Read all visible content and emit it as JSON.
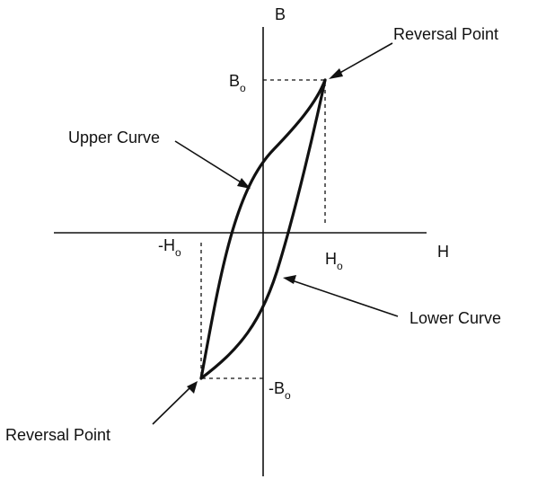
{
  "axes": {
    "vertical_label": "B",
    "horizontal_label": "H"
  },
  "ticks": {
    "b_pos": {
      "main": "B",
      "sub": "o"
    },
    "b_neg": {
      "main": "-B",
      "sub": "o"
    },
    "h_pos": {
      "main": "H",
      "sub": "o"
    },
    "h_neg": {
      "main": "-H",
      "sub": "o"
    }
  },
  "annotations": {
    "reversal_top": "Reversal Point",
    "reversal_bottom": "Reversal Point",
    "upper_curve": "Upper Curve",
    "lower_curve": "Lower Curve"
  },
  "colors": {
    "ink": "#111111",
    "background": "#ffffff"
  }
}
